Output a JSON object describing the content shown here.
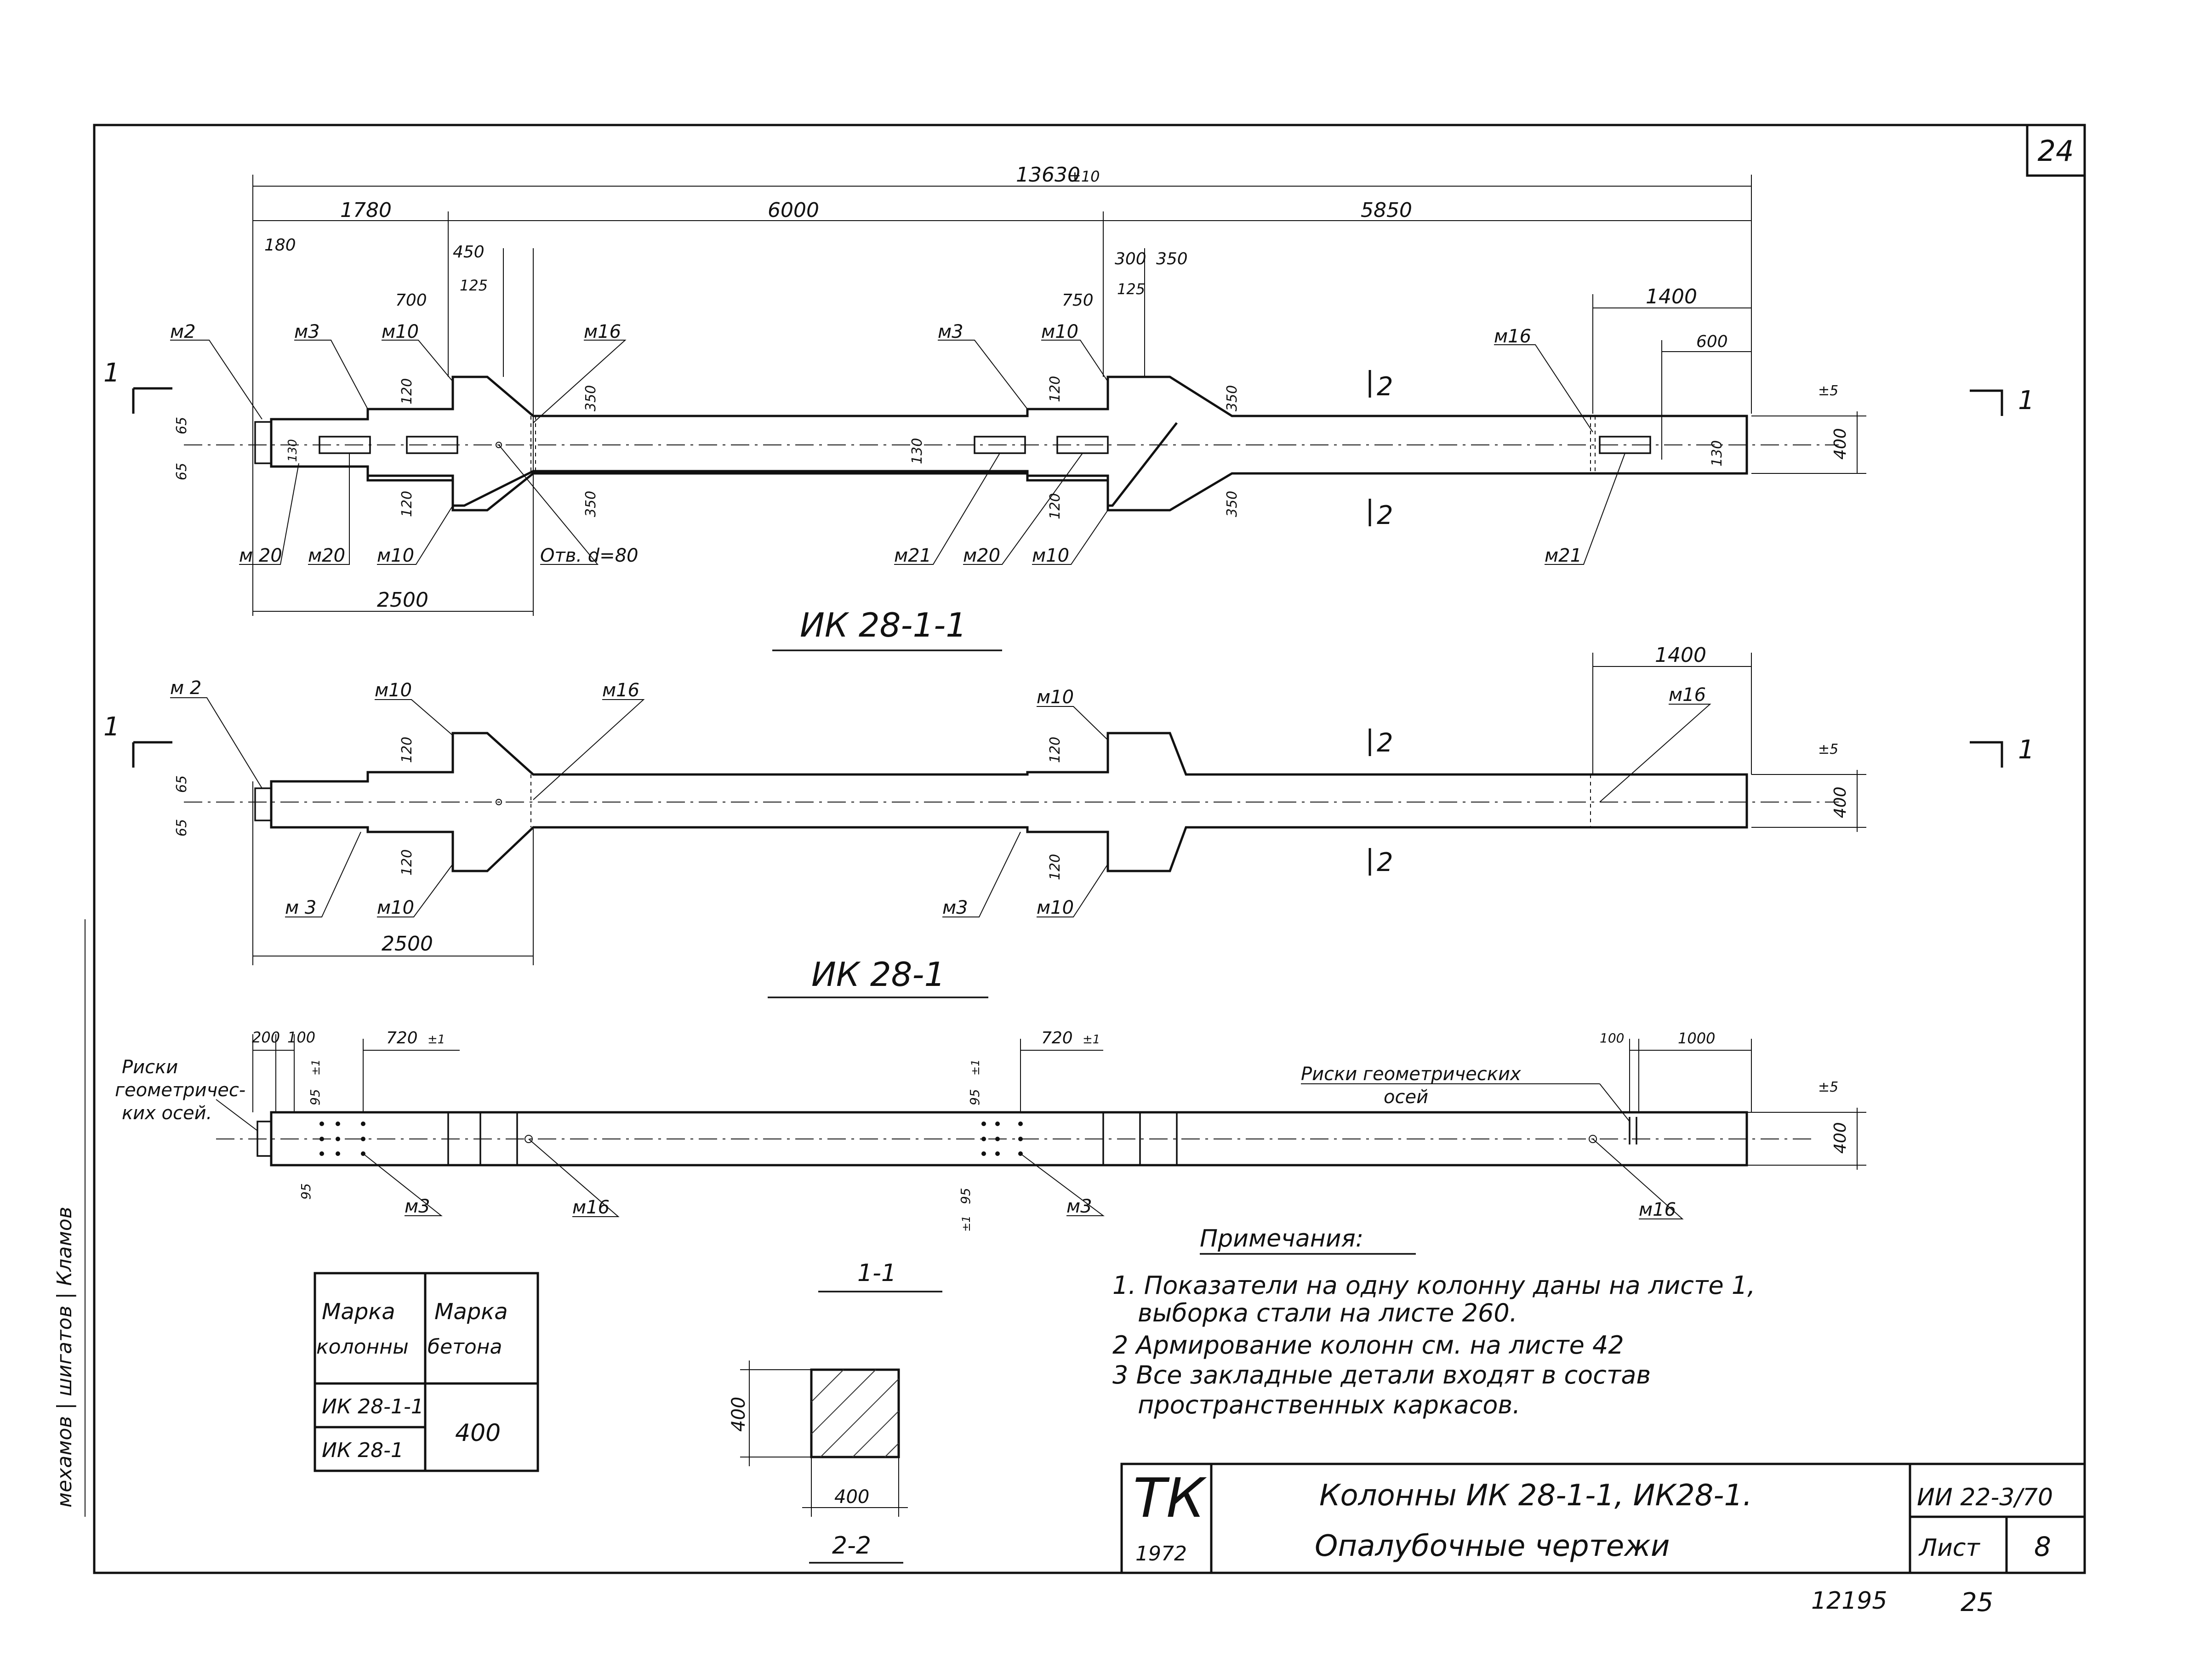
{
  "sheet_number": "24",
  "views": {
    "top": {
      "title": "ИК 28-1-1",
      "dims": {
        "overall": "13630",
        "overall_tol": "±10",
        "d1780": "1780",
        "d6000": "6000",
        "d5850": "5850",
        "d180": "180",
        "d450": "450",
        "d125a": "125",
        "d700": "700",
        "d750": "750",
        "d300": "300",
        "d350a": "350",
        "d125b": "125",
        "d1400": "1400",
        "d600": "600",
        "d120a": "120",
        "d120b": "120",
        "d120c": "120",
        "d120d": "120",
        "d350b": "350",
        "d350c": "350",
        "d350d": "350",
        "d350e": "350",
        "d65a": "65",
        "d65b": "65",
        "d130a": "130",
        "d130b": "130",
        "d130c": "130",
        "d400": "400",
        "tol5": "±5",
        "d2500": "2500"
      },
      "labels": {
        "m2": "м2",
        "m3a": "м3",
        "m10a": "м10",
        "m16a": "м16",
        "m3b": "м3",
        "m10b": "м10",
        "m16b": "м16",
        "m20a": "м 20",
        "m20b": "м20",
        "m10c": "м10",
        "hole": "Отв. d=80",
        "m21a": "м21",
        "m20c": "м20",
        "m10d": "м10",
        "m21b": "м21"
      }
    },
    "middle": {
      "title": "ИК 28-1",
      "dims": {
        "d1400": "1400",
        "d120a": "120",
        "d120b": "120",
        "d120c": "120",
        "d120d": "120",
        "d65a": "65",
        "d65b": "65",
        "d400": "400",
        "tol5": "±5",
        "d2500": "2500"
      },
      "labels": {
        "m2": "м 2",
        "m10a": "м10",
        "m16a": "м16",
        "m10b": "м10",
        "m16b": "м16",
        "m3a": "м 3",
        "m10c": "м10",
        "m3b": "м3",
        "m10d": "м10"
      }
    },
    "side": {
      "dims": {
        "d200": "200",
        "d100a": "100",
        "d720a": "720",
        "tol1a": "±1",
        "d720b": "720",
        "tol1b": "±1",
        "d100b": "100",
        "d1000": "1000",
        "d95a": "95",
        "tol1c": "±1",
        "d95b": "95",
        "tol1d": "±1",
        "d95c": "95",
        "d95d": "95",
        "tol1e": "±1",
        "d400": "400",
        "tol5": "±5"
      },
      "labels": {
        "risk_left": [
          "Риски",
          "геометричес-",
          "ких осей."
        ],
        "risk_right": [
          "Риски геометрических",
          "осей"
        ],
        "m3a": "м3",
        "m16a": "м16",
        "m3b": "м3",
        "m16b": "м16"
      }
    },
    "section_marks": {
      "one": "1",
      "two": "2"
    }
  },
  "section": {
    "title_top": "1-1",
    "title_bottom": "2-2",
    "dim_h": "400",
    "dim_w": "400"
  },
  "notes": {
    "title": "Примечания:",
    "lines": [
      "1. Показатели на одну колонну даны на листе 1,",
      "выборка стали на листе 260.",
      "2 Армирование колонн см. на листе 42",
      "3 Все закладные детали входят в состав",
      "пространственных каркасов."
    ]
  },
  "table": {
    "headers": [
      [
        "Марка",
        "колонны"
      ],
      [
        "Марка",
        "бетона"
      ]
    ],
    "rows": [
      "ИК 28-1-1",
      "ИК 28-1"
    ],
    "concrete": "400"
  },
  "title_block": {
    "logo": "ТК",
    "year": "1972",
    "title_line1": "Колонны ИК 28-1-1, ИК28-1.",
    "title_line2": "Опалубочные чертежи",
    "code": "ИИ 22-3/70",
    "sheet_label": "Лист",
    "sheet_no": "8"
  },
  "footer": {
    "left_num": "12195",
    "right_num": "25"
  },
  "margin_text": "мехамов | шигатов | Кламов"
}
